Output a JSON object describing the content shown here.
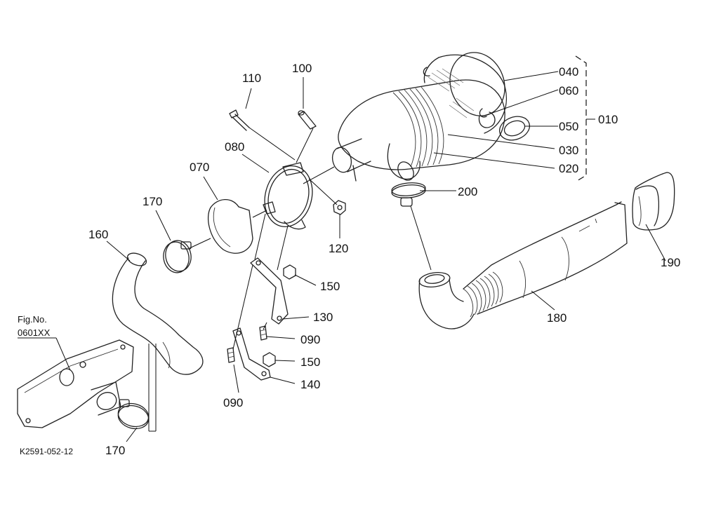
{
  "drawing": {
    "fig_ref_line1": "Fig.No.",
    "fig_ref_line2": "0601XX",
    "code": "K2591-052-12"
  },
  "labels": {
    "p110": "110",
    "p100": "100",
    "p080": "080",
    "p070": "070",
    "p170a": "170",
    "p160": "160",
    "p120": "120",
    "p150a": "150",
    "p130": "130",
    "p090a": "090",
    "p150b": "150",
    "p140": "140",
    "p090b": "090",
    "p170b": "170",
    "p040": "040",
    "p060": "060",
    "p050": "050",
    "p030": "030",
    "p020": "020",
    "p010": "010",
    "p200": "200",
    "p190": "190",
    "p180": "180"
  }
}
